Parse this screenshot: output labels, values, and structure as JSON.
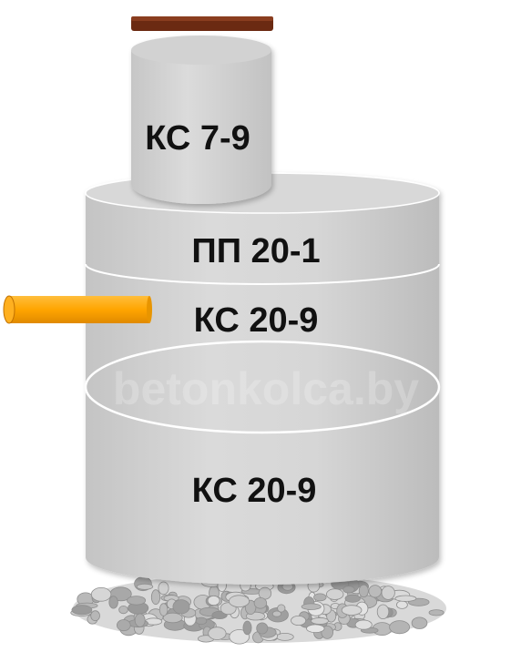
{
  "watermark": "betonkolca.by",
  "labels": {
    "top_ring": "КС 7-9",
    "slab": "ПП 20-1",
    "middle_ring": "КС 20-9",
    "bottom_ring": "КС 20-9"
  },
  "colors": {
    "ring_fill": "#d4d4d4",
    "ring_edge": "#ffffff",
    "lid": "#6b2a12",
    "pipe": "#ffa500",
    "gravel": "#b8b8b8"
  },
  "icons": {
    "lid": "manhole-lid-icon",
    "pipe": "inlet-pipe-icon",
    "gravel": "gravel-base-icon"
  }
}
